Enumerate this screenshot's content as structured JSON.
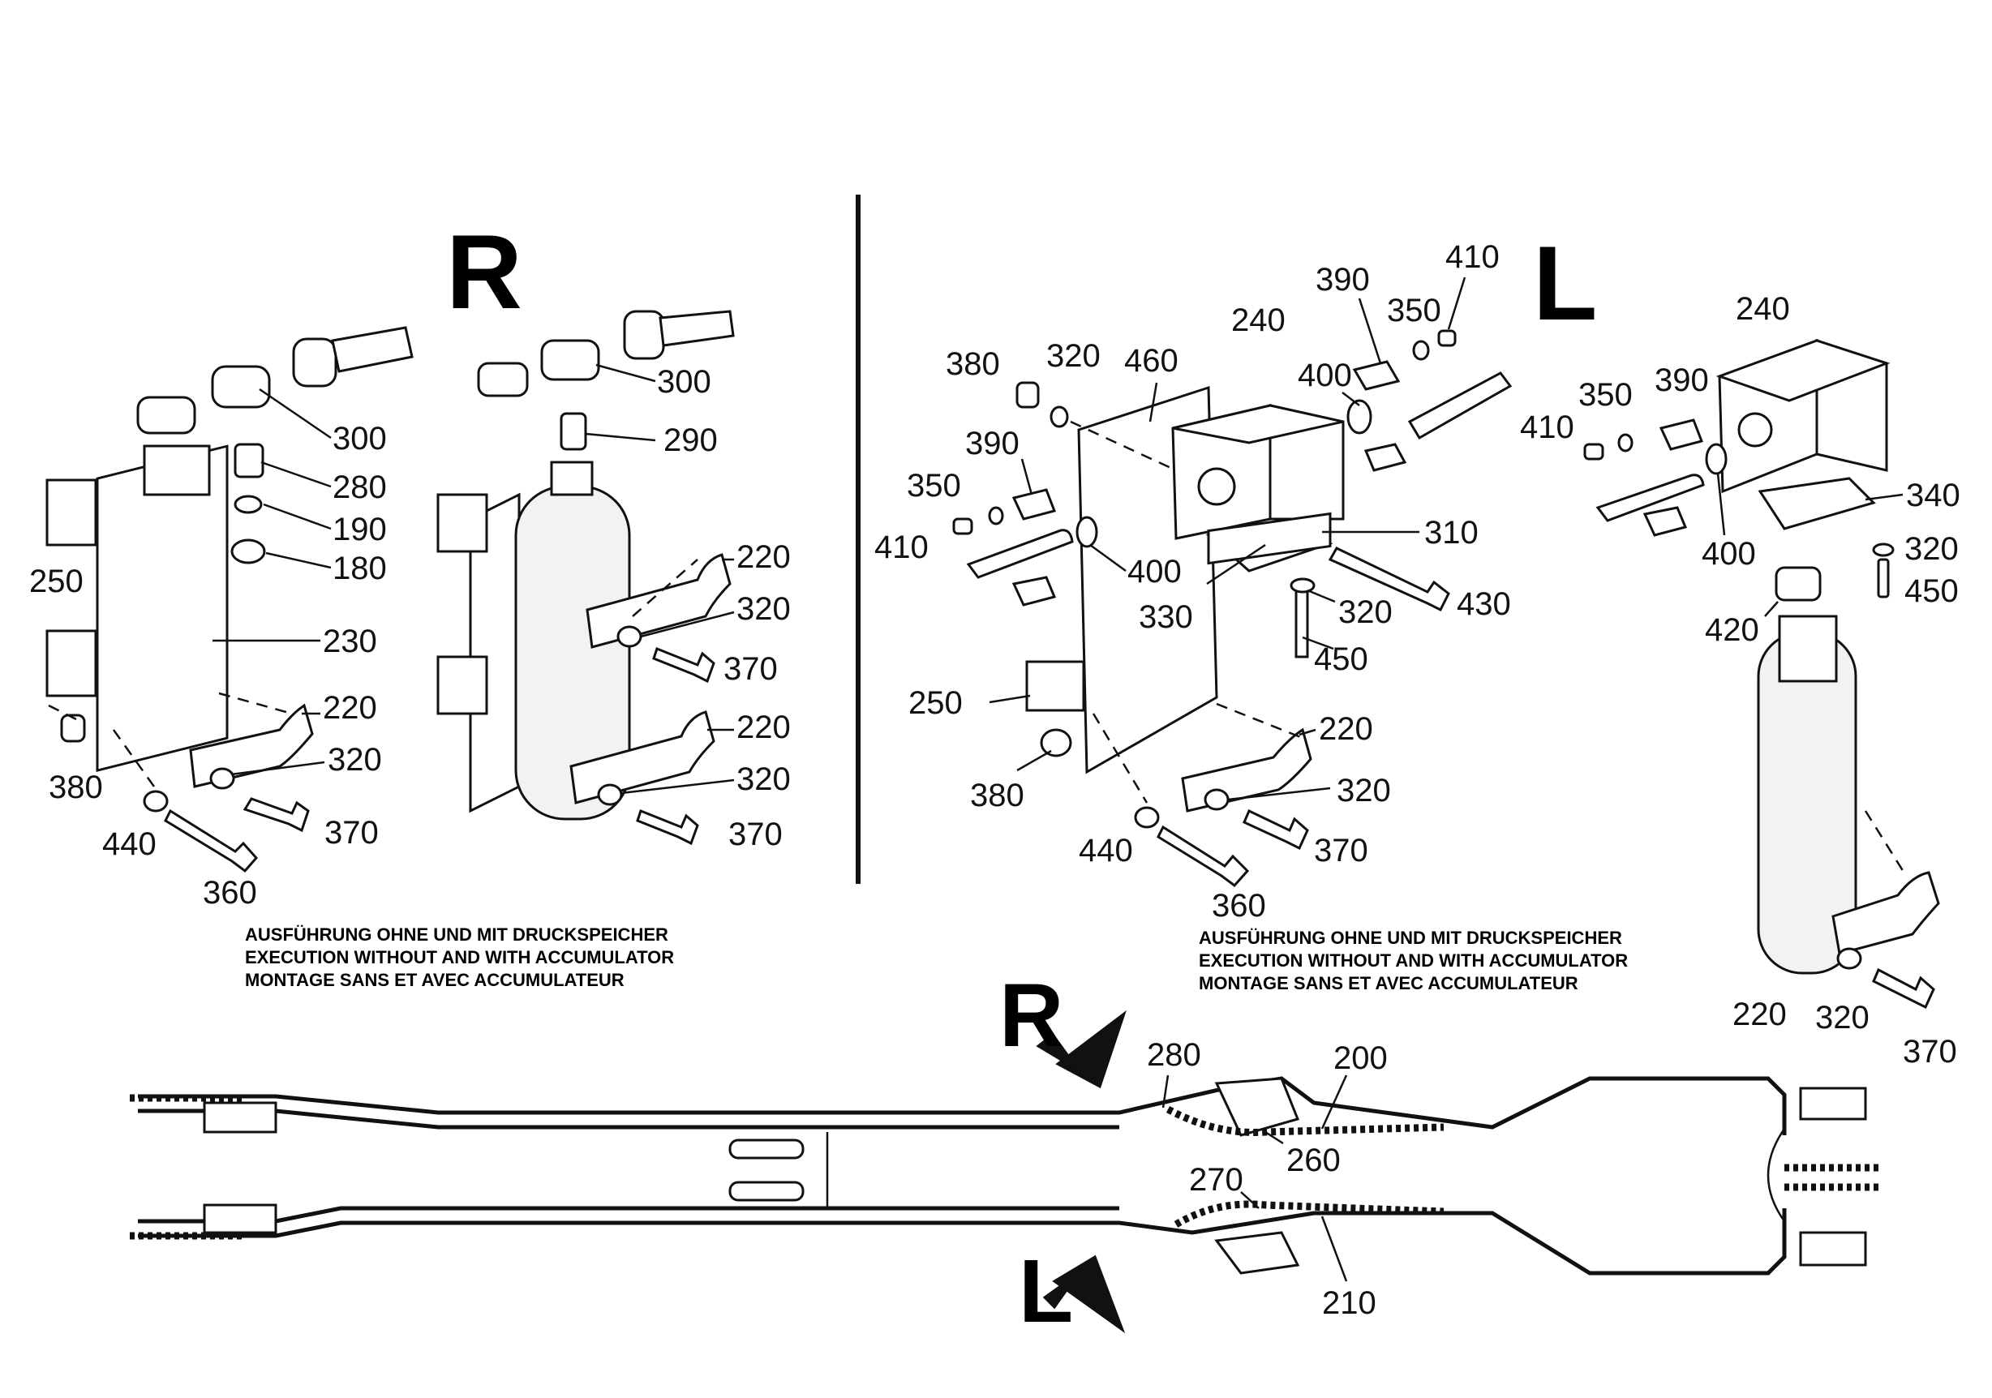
{
  "views": {
    "right": {
      "letter": "R"
    },
    "left": {
      "letter": "L"
    }
  },
  "captions": {
    "right": [
      "AUSFÜHRUNG OHNE UND MIT DRUCKSPEICHER",
      "EXECUTION WITHOUT AND WITH ACCUMULATOR",
      "MONTAGE SANS ET AVEC ACCUMULATEUR"
    ],
    "left": [
      "AUSFÜHRUNG OHNE UND MIT DRUCKSPEICHER",
      "EXECUTION WITHOUT AND WITH ACCUMULATOR",
      "MONTAGE SANS ET AVEC ACCUMULATEUR"
    ]
  },
  "frame_view": {
    "right_marker": "R",
    "left_marker": "L"
  },
  "callouts": {
    "r1_300": "300",
    "r1_280": "280",
    "r1_190": "190",
    "r1_180": "180",
    "r1_250": "250",
    "r1_230": "230",
    "r1_220": "220",
    "r1_320": "320",
    "r1_380": "380",
    "r1_370": "370",
    "r1_440": "440",
    "r1_360": "360",
    "r2_300": "300",
    "r2_290": "290",
    "r2_220a": "220",
    "r2_320a": "320",
    "r2_370a": "370",
    "r2_220b": "220",
    "r2_320b": "320",
    "r2_370b": "370",
    "l1_410a": "410",
    "l1_390a": "390",
    "l1_350a": "350",
    "l1_240": "240",
    "l1_400a": "400",
    "l1_380a": "380",
    "l1_320a": "320",
    "l1_460": "460",
    "l1_390b": "390",
    "l1_350b": "350",
    "l1_410b": "410",
    "l1_400b": "400",
    "l1_310": "310",
    "l1_330": "330",
    "l1_320b": "320",
    "l1_430": "430",
    "l1_450": "450",
    "l1_250": "250",
    "l1_220": "220",
    "l1_380b": "380",
    "l1_320c": "320",
    "l1_370": "370",
    "l1_440": "440",
    "l1_360": "360",
    "l2_240": "240",
    "l2_350": "350",
    "l2_390": "390",
    "l2_410": "410",
    "l2_340": "340",
    "l2_400": "400",
    "l2_320a": "320",
    "l2_450": "450",
    "l2_420": "420",
    "l2_220": "220",
    "l2_320b": "320",
    "l2_370": "370",
    "f_280": "280",
    "f_200": "200",
    "f_260": "260",
    "f_270": "270",
    "f_210": "210"
  }
}
